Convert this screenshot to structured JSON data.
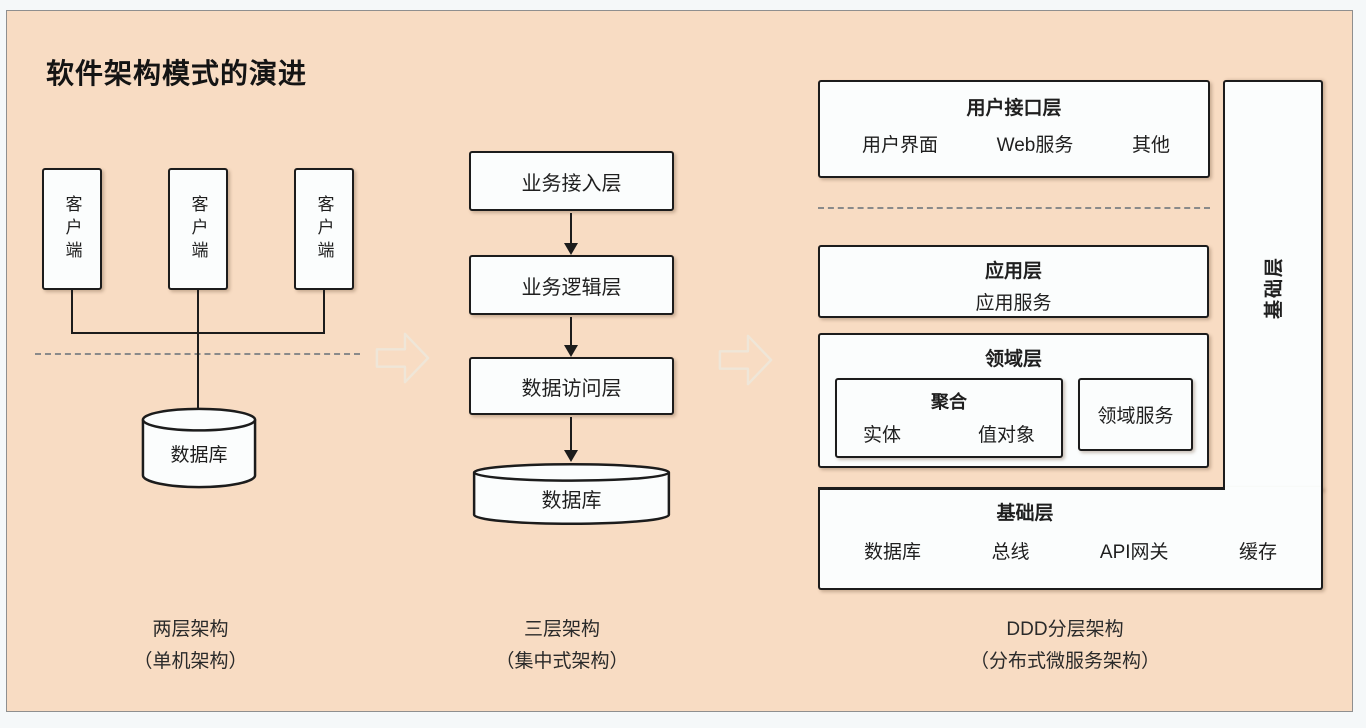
{
  "title": "软件架构模式的演进",
  "colors": {
    "background": "#f8dcc3",
    "page_margin": "#f5f8f9",
    "box_fill": "#fbfdfd",
    "border": "#1c1c1c",
    "dash_line": "#8a8a8a",
    "transition_arrow_outline": "#efe6d8",
    "text": "#1f1f1f"
  },
  "left": {
    "clients": [
      "客户端",
      "客户端",
      "客户端"
    ],
    "database": "数据库",
    "caption_line1": "两层架构",
    "caption_line2": "（单机架构）"
  },
  "middle": {
    "layers": [
      "业务接入层",
      "业务逻辑层",
      "数据访问层"
    ],
    "database": "数据库",
    "caption_line1": "三层架构",
    "caption_line2": "（集中式架构）"
  },
  "right": {
    "ui_layer": {
      "title": "用户接口层",
      "items": [
        "用户界面",
        "Web服务",
        "其他"
      ]
    },
    "app_layer": {
      "title": "应用层",
      "subtitle": "应用服务"
    },
    "domain_layer": {
      "title": "领域层",
      "aggregate": {
        "title": "聚合",
        "items": [
          "实体",
          "值对象"
        ]
      },
      "domain_service": "领域服务"
    },
    "infra_layer": {
      "title": "基础层",
      "items": [
        "数据库",
        "总线",
        "API网关",
        "缓存"
      ]
    },
    "side_bar_label": "基础层",
    "caption_line1": "DDD分层架构",
    "caption_line2": "（分布式微服务架构）"
  }
}
